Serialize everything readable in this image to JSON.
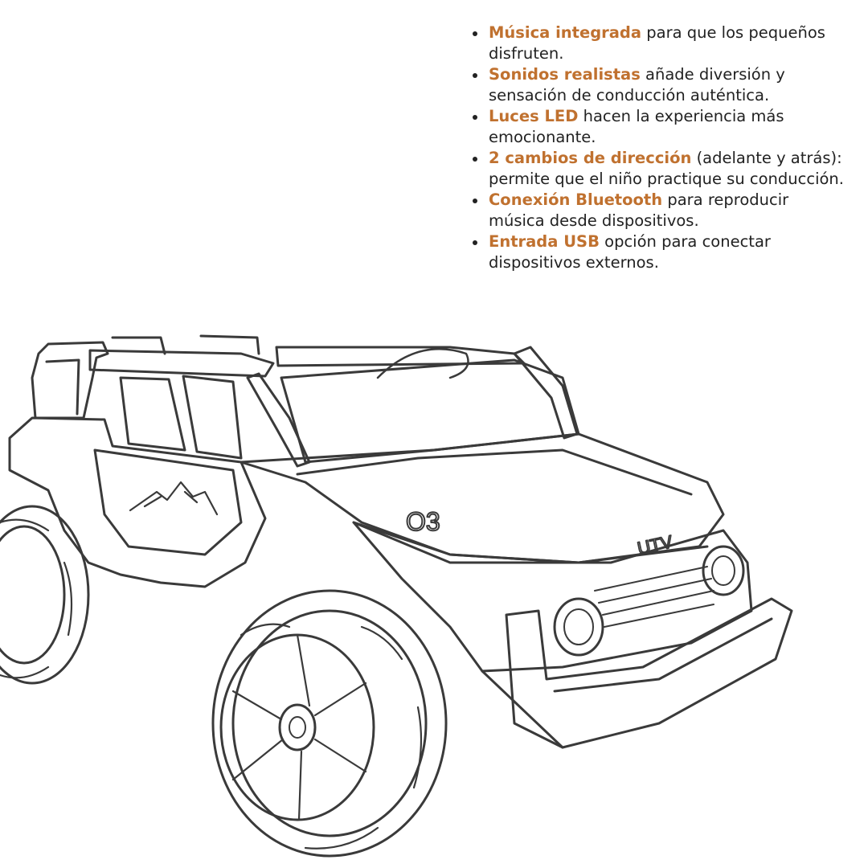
{
  "features": [
    {
      "highlight": "Música integrada",
      "text": " para que los pequeños disfruten."
    },
    {
      "highlight": "Sonidos realistas",
      "text": " añade diversión y sensación de conducción auténtica."
    },
    {
      "highlight": "Luces LED",
      "text": " hacen la experiencia más emocionante."
    },
    {
      "highlight": "2 cambios de dirección",
      "text": " (adelante y atrás): permite que el niño practique su conducción."
    },
    {
      "highlight": "Conexión Bluetooth",
      "text": " para reproducir música desde dispositivos."
    },
    {
      "highlight": "Entrada USB",
      "text": " opción para conectar dispositivos externos."
    }
  ],
  "vehicle": {
    "badge_number": "O3",
    "grille_logo": "UTV"
  },
  "colors": {
    "highlight": "#c0712f",
    "text": "#222222",
    "line_art": "#3a3a3a",
    "background": "#ffffff"
  },
  "icons": [
    "bullet-dot",
    "mountain-decal-icon"
  ]
}
